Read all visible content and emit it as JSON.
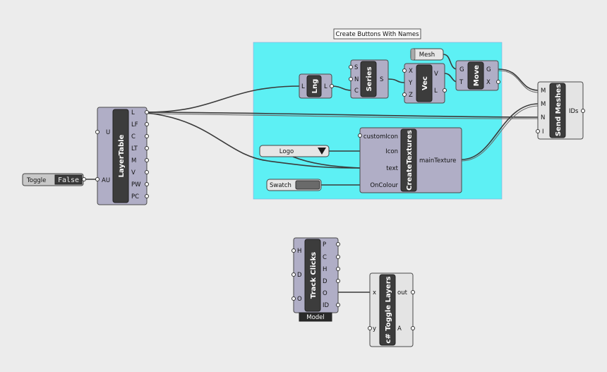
{
  "group": {
    "label": "Create Buttons With Names",
    "color": "#5df0f4"
  },
  "components": {
    "layer_table": {
      "title": "LayerTable",
      "inputs": [
        "U",
        "AU"
      ],
      "outputs": [
        "L",
        "LF",
        "C",
        "LT",
        "M",
        "V",
        "PW",
        "PC"
      ]
    },
    "toggle": {
      "label": "Toggle",
      "value": "False"
    },
    "lng": {
      "title": "Lng",
      "inputs": [
        "L"
      ],
      "outputs": [
        "L"
      ]
    },
    "series": {
      "title": "Series",
      "inputs": [
        "S",
        "N",
        "C"
      ],
      "outputs": [
        "S"
      ]
    },
    "vec": {
      "title": "Vec",
      "inputs": [
        "X",
        "Y",
        "Z"
      ],
      "outputs": [
        "V",
        "L"
      ]
    },
    "mesh": {
      "label": "Mesh"
    },
    "move": {
      "title": "Move",
      "inputs": [
        "G",
        "T"
      ],
      "outputs": [
        "G",
        "X"
      ]
    },
    "send_meshes": {
      "title": "Send Meshes",
      "inputs": [
        "M",
        "M",
        "N",
        "I"
      ],
      "outputs": [
        "IDs"
      ]
    },
    "logo": {
      "label": "Logo"
    },
    "swatch": {
      "label": "Swatch"
    },
    "create_textures": {
      "title": "CreateTextures",
      "inputs": [
        "customIcon",
        "Icon",
        "text",
        "OnColour"
      ],
      "outputs": [
        "mainTexture"
      ]
    },
    "track_clicks": {
      "title": "Track Clicks",
      "inputs": [
        "H",
        "D",
        "O"
      ],
      "outputs": [
        "P",
        "C",
        "H",
        "D",
        "O",
        "ID"
      ],
      "footer": "Model"
    },
    "toggle_layers": {
      "title": "c# Toggle Layers",
      "inputs": [
        "x",
        "y"
      ],
      "outputs": [
        "out",
        "A"
      ]
    }
  }
}
